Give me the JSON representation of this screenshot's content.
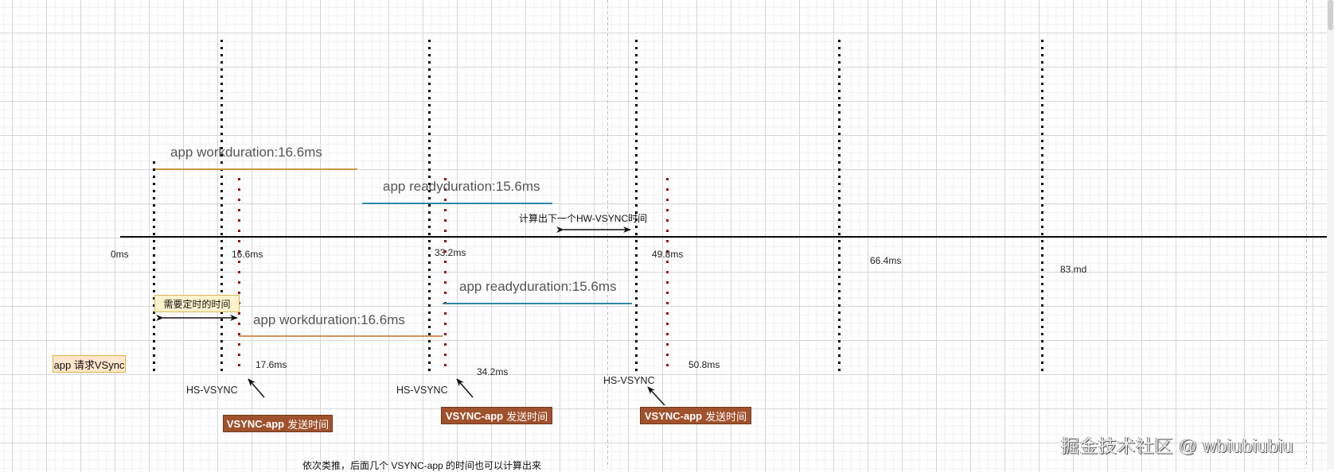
{
  "diagram": {
    "timeline": {
      "ticks": [
        {
          "label": "0ms"
        },
        {
          "label": "16.6ms"
        },
        {
          "label": "33.2ms"
        },
        {
          "label": "49.8ms"
        },
        {
          "label": "66.4ms"
        },
        {
          "label": "83.md"
        }
      ]
    },
    "durations": {
      "work_1": "app workduration:16.6ms",
      "ready_1": "app readyduration:15.6ms",
      "work_2": "app workduration:16.6ms",
      "ready_2": "app readyduration:15.6ms"
    },
    "annotations": {
      "calc_next_hw_vsync": "计算出下一个HW-VSYNC时间",
      "timer_needed": "需要定时的时间",
      "app_request_vsync": "app 请求VSync",
      "footer_note": "依次类推，后面几个 VSYNC-app 的时间也可以计算出来"
    },
    "vsync_app_times": [
      "17.6ms",
      "34.2ms",
      "50.8ms"
    ],
    "hs_vsync_labels": [
      "HS-VSYNC",
      "HS-VSYNC",
      "HS-VSYNC"
    ],
    "vsync_app_boxes": [
      {
        "en": "VSYNC-app",
        "cn": "发送时间"
      },
      {
        "en": "VSYNC-app",
        "cn": "发送时间"
      },
      {
        "en": "VSYNC-app",
        "cn": "发送时间"
      }
    ],
    "colors": {
      "work_line": "#c8963e",
      "work_line_2": "#d4915a",
      "ready_line": "#2e86a8",
      "vsync_red": "#a50000",
      "vsync_box": "#a0522d"
    }
  },
  "watermark": "掘金技术社区 @ wbiubiubiu"
}
